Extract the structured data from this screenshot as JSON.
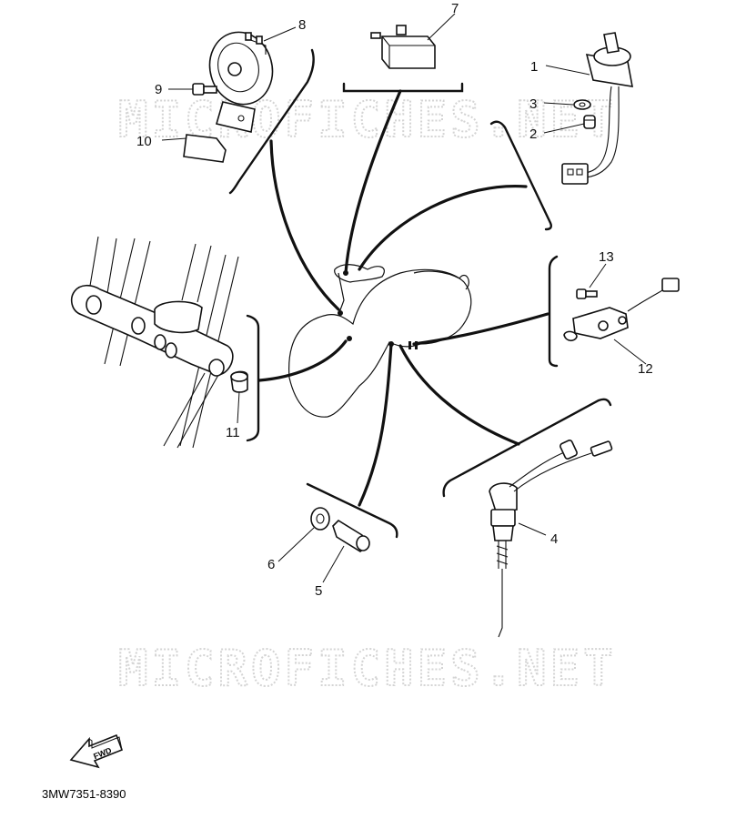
{
  "watermarks": [
    "MICROFICHES.NET",
    "MICROFICHES.NET"
  ],
  "fwd_label": "FWD",
  "diagram_code": "3MW7351-8390",
  "callouts": [
    "1",
    "2",
    "3",
    "4",
    "5",
    "6",
    "7",
    "8",
    "9",
    "10",
    "11",
    "12",
    "13"
  ]
}
